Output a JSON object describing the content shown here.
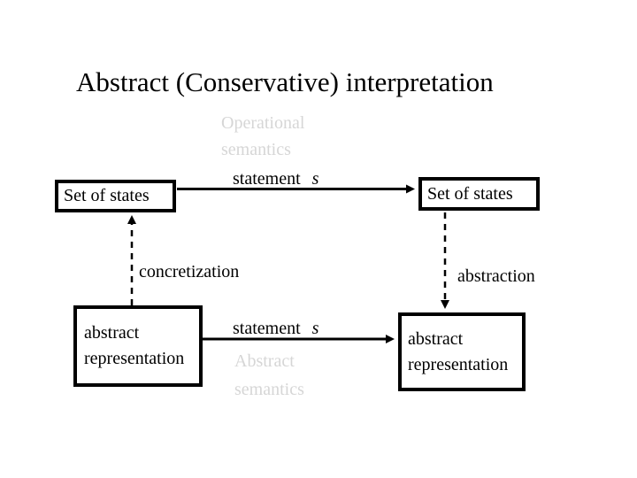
{
  "slide": {
    "title": "Abstract (Conservative) interpretation"
  },
  "captions": {
    "operational": {
      "line1": "Operational",
      "line2": "semantics"
    },
    "abstract": {
      "line1": "Abstract",
      "line2": "semantics"
    }
  },
  "boxes": {
    "top_left": {
      "label": "Set of states"
    },
    "top_right": {
      "label": "Set of states"
    },
    "bottom_left": {
      "line1": "abstract",
      "line2": "representation"
    },
    "bottom_right": {
      "line1": "abstract",
      "line2": "representation"
    }
  },
  "arrows": {
    "top": {
      "label": "statement",
      "variable": "s",
      "style": "solid",
      "direction": "right"
    },
    "bottom": {
      "label": "statement",
      "variable": "s",
      "style": "solid",
      "direction": "right"
    },
    "left": {
      "label": "concretization",
      "style": "dashed",
      "direction": "up"
    },
    "right": {
      "label": "abstraction",
      "style": "dashed",
      "direction": "down"
    }
  },
  "colors": {
    "ink": "#000000",
    "muted_text": "#d6d6d6",
    "background": "#ffffff"
  }
}
